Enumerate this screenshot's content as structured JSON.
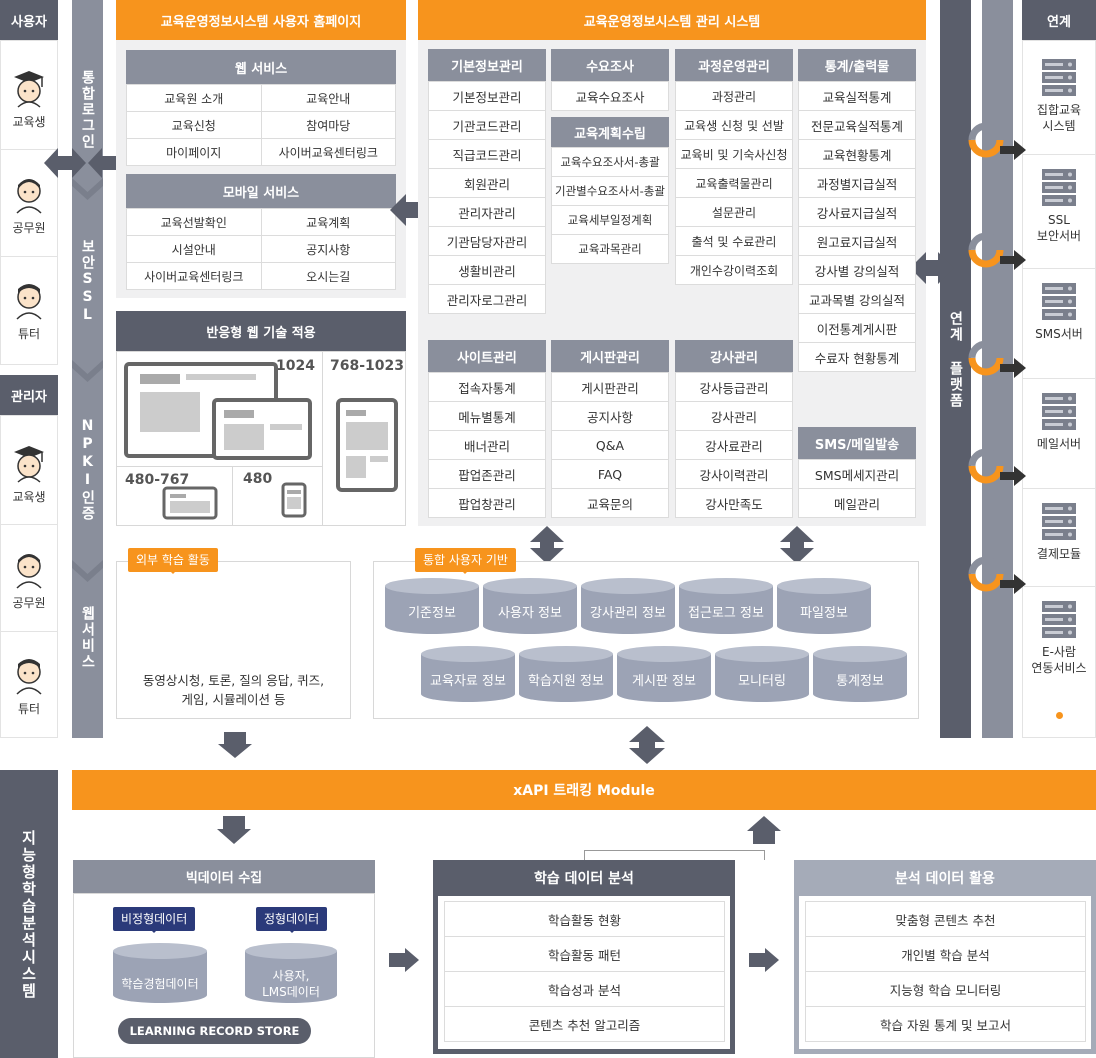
{
  "left_users": {
    "user_label": "사용자",
    "admin_label": "관리자",
    "users": [
      "교육생",
      "공무원",
      "튜터"
    ],
    "admins": [
      "교육생",
      "공무원",
      "튜터"
    ]
  },
  "left_bar": {
    "seg1": "통합로그인",
    "seg2": "보안SSL",
    "seg3": "NPKI인증",
    "seg4": "웹서비스"
  },
  "user_home": {
    "title": "교육운영정보시스템 사용자 홈페이지",
    "web_title": "웹 서비스",
    "web_items": [
      "교육원 소개",
      "교육안내",
      "교육신청",
      "참여마당",
      "마이페이지",
      "사이버교육센터링크"
    ],
    "mobile_title": "모바일 서비스",
    "mobile_items": [
      "교육선발확인",
      "교육계획",
      "시설안내",
      "공지사항",
      "사이버교육센터링크",
      "오시는길"
    ],
    "responsive_title": "반응형 웹 기술 적용",
    "sizes": [
      "1024",
      "768-1023",
      "480-767",
      "480"
    ]
  },
  "admin": {
    "title": "교육운영정보시스템 관리 시스템",
    "col1": {
      "title": "기본정보관리",
      "items": [
        "기본정보관리",
        "기관코드관리",
        "직급코드관리",
        "회원관리",
        "관리자관리",
        "기관담당자관리",
        "생활비관리",
        "관리자로그관리"
      ]
    },
    "col2a": {
      "title": "수요조사",
      "items": [
        "교육수요조사"
      ]
    },
    "col2b": {
      "title": "교육계획수립",
      "items": [
        "교육수요조사서-총괄",
        "기관별수요조사서-총괄",
        "교육세부일정계획",
        "교육과목관리"
      ]
    },
    "col3": {
      "title": "과정운영관리",
      "items": [
        "과정관리",
        "교육생 신청 및 선발",
        "교육비 및 기숙사신청",
        "교육출력물관리",
        "설문관리",
        "출석 및 수료관리",
        "개인수강이력조회"
      ]
    },
    "col4": {
      "title": "통계/출력물",
      "items": [
        "교육실적통계",
        "전문교육실적통계",
        "교육현황통계",
        "과정별지급실적",
        "강사료지급실적",
        "원고료지급실적",
        "강사별 강의실적",
        "교과목별 강의실적",
        "이전통계게시판",
        "수료자 현황통계"
      ]
    },
    "site": {
      "title": "사이트관리",
      "items": [
        "접속자통계",
        "메뉴별통계",
        "배너관리",
        "팝업존관리",
        "팝업창관리"
      ]
    },
    "board": {
      "title": "게시판관리",
      "items": [
        "게시판관리",
        "공지사항",
        "Q&A",
        "FAQ",
        "교육문의"
      ]
    },
    "teacher": {
      "title": "강사관리",
      "items": [
        "강사등급관리",
        "강사관리",
        "강사료관리",
        "강사이력관리",
        "강사만족도"
      ]
    },
    "sms": {
      "title": "SMS/메일발송",
      "items": [
        "SMS메세지관리",
        "메일관리"
      ]
    }
  },
  "external": {
    "tag": "외부 학습 활동",
    "line1": "동영상시청, 토론, 질의 응답, 퀴즈,",
    "line2": "게임, 시뮬레이션 등"
  },
  "integrated": {
    "tag": "통합 사용자 기반",
    "row1": [
      "기준정보",
      "사용자 정보",
      "강사관리 정보",
      "접근로그 정보",
      "파일정보"
    ],
    "row2": [
      "교육자료 정보",
      "학습지원 정보",
      "게시판 정보",
      "모니터링",
      "통계정보"
    ]
  },
  "platform": {
    "label": "연계 플랫폼"
  },
  "right": {
    "title": "연계",
    "servers": [
      "집합교육\n시스템",
      "SSL\n보안서버",
      "SMS서버",
      "메일서버",
      "결제모듈",
      "E-사람\n연동서비스"
    ]
  },
  "xapi": {
    "label": "xAPI 트래킹 Module"
  },
  "intel": {
    "label": "지능형학습분석시스템"
  },
  "bigdata": {
    "title": "빅데이터 수집",
    "tag1": "비정형데이터",
    "tag2": "정형데이터",
    "db1": "학습경험데이터",
    "db2a": "사용자,",
    "db2b": "LMS데이터",
    "lrs": "LEARNING RECORD STORE"
  },
  "analysis": {
    "title": "학습 데이터 분석",
    "items": [
      "학습활동 현황",
      "학습활동 패턴",
      "학습성과 분석",
      "콘텐츠 추천 알고리즘"
    ]
  },
  "usage": {
    "title": "분석 데이터 활용",
    "items": [
      "맞춤형 콘텐츠 추천",
      "개인별 학습 분석",
      "지능형 학습 모니터링",
      "학습 자원 통계 및 보고서"
    ]
  },
  "colors": {
    "orange": "#f7941d",
    "dark": "#5a5e6b",
    "mid": "#8a8f9c",
    "navy": "#2b3a7a"
  }
}
